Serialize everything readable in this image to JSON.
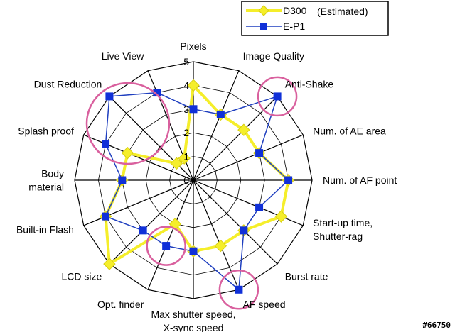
{
  "chart_data": {
    "type": "radar",
    "categories": [
      "Pixels",
      "Image Quality",
      "Anti-Shake",
      "Num. of AE area",
      "Num. of AF point",
      "Start-up time,\nShutter-rag",
      "Burst rate",
      "AF speed",
      "Max shutter speed,\nX-sync speed",
      "Opt. finder",
      "LCD size",
      "Built-in Flash",
      "Body\nmaterial",
      "Splash proof",
      "Dust Reduction",
      "Live View"
    ],
    "ticks": [
      "0",
      "1",
      "2",
      "3",
      "4",
      "5"
    ],
    "rlim": [
      0,
      5
    ],
    "grid": true,
    "legend_position": "top-right",
    "series": [
      {
        "name": "D300",
        "legend_note": "(Estimated)",
        "color": "#f5ee2a",
        "marker": "diamond",
        "values": [
          4,
          3,
          3,
          3,
          4,
          4,
          3,
          3,
          3,
          2,
          5,
          4,
          3,
          3,
          1,
          1
        ]
      },
      {
        "name": "E-P1",
        "color": "#1f3fbf",
        "marker": "square",
        "values": [
          3,
          3,
          5,
          3,
          4,
          3,
          3,
          5,
          3,
          3,
          3,
          4,
          3,
          4,
          5,
          4
        ]
      }
    ],
    "highlights": [
      "Anti-Shake",
      "AF speed",
      "Opt. finder",
      "Dust Reduction"
    ],
    "highlight_color": "#d9609e"
  },
  "watermark": "#66750"
}
